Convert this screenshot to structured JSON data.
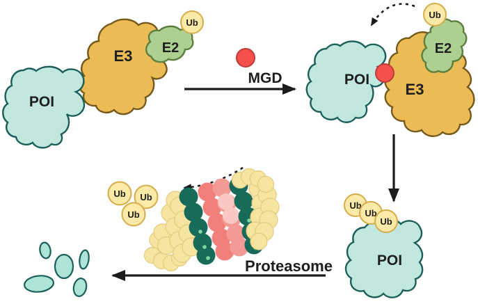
{
  "step1": {
    "poi_label": "POI",
    "e3_label": "E3",
    "e2_label": "E2",
    "ub_label": "Ub"
  },
  "reaction": {
    "mgd_label": "MGD"
  },
  "step2": {
    "poi_label": "POI",
    "e3_label": "E3",
    "e2_label": "E2",
    "ub_label": "Ub"
  },
  "step3": {
    "poi_label": "POI",
    "ub_chain": [
      "Ub",
      "Ub",
      "Ub"
    ]
  },
  "degradation": {
    "free_ub": [
      "Ub",
      "Ub",
      "Ub"
    ],
    "proteasome_label": "Proteasome"
  },
  "palette": {
    "poi_fill": "#C2E7DE",
    "poi_stroke": "#1A5F58",
    "e3_fill": "#EBBC55",
    "e3_stroke": "#74591B",
    "e2_fill": "#ADD092",
    "e2_stroke": "#5C7F3D",
    "ub_fill": "#FBE9A8",
    "ub_stroke": "#D5AC4A",
    "mgd_fill": "#F5504D",
    "mgd_stroke": "#C03C38",
    "proteasome_yellow": "#F6E5A0",
    "proteasome_teal": "#186A59",
    "proteasome_pink": "#F1807B",
    "proteasome_pink_light": "#FAC7C2",
    "arrow_color": "#1C1C1C",
    "label_color": "#1E1E1E"
  }
}
